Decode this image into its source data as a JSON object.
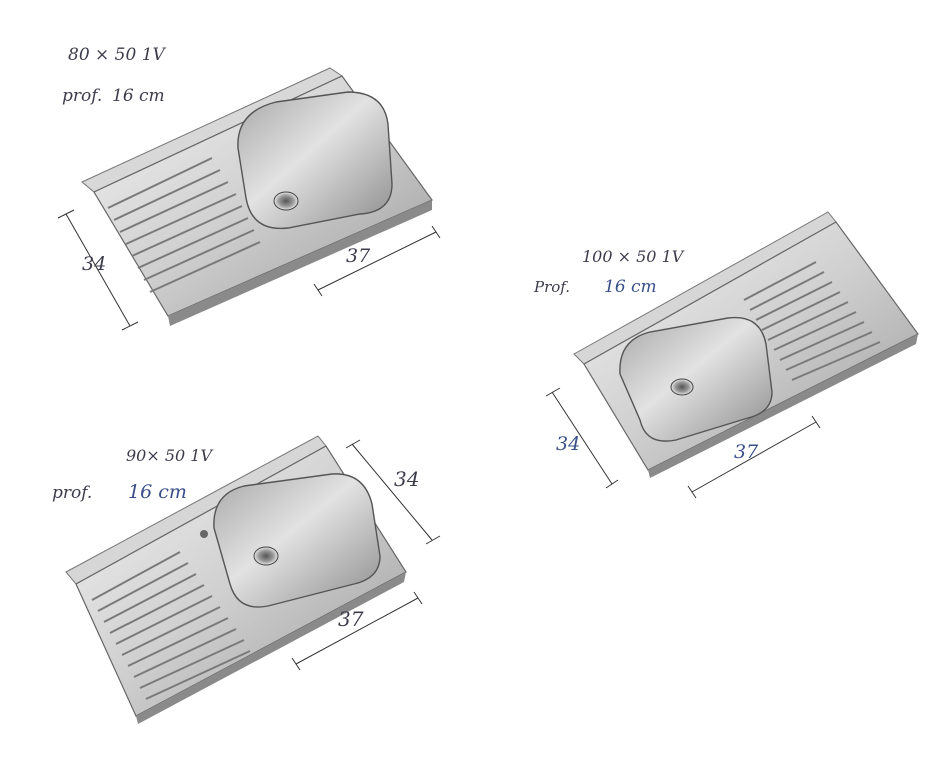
{
  "sinks": [
    {
      "model": "80 × 50 1V",
      "depth_label": "prof.",
      "depth_value": "16 cm",
      "width_dim": "37",
      "height_dim": "34"
    },
    {
      "model": "100 × 50 1V",
      "depth_label": "Prof.",
      "depth_value": "16 cm",
      "width_dim": "37",
      "height_dim": "34"
    },
    {
      "model": "90× 50 1V",
      "depth_label": "prof.",
      "depth_value": "16 cm",
      "width_dim": "37",
      "height_dim": "34"
    }
  ]
}
